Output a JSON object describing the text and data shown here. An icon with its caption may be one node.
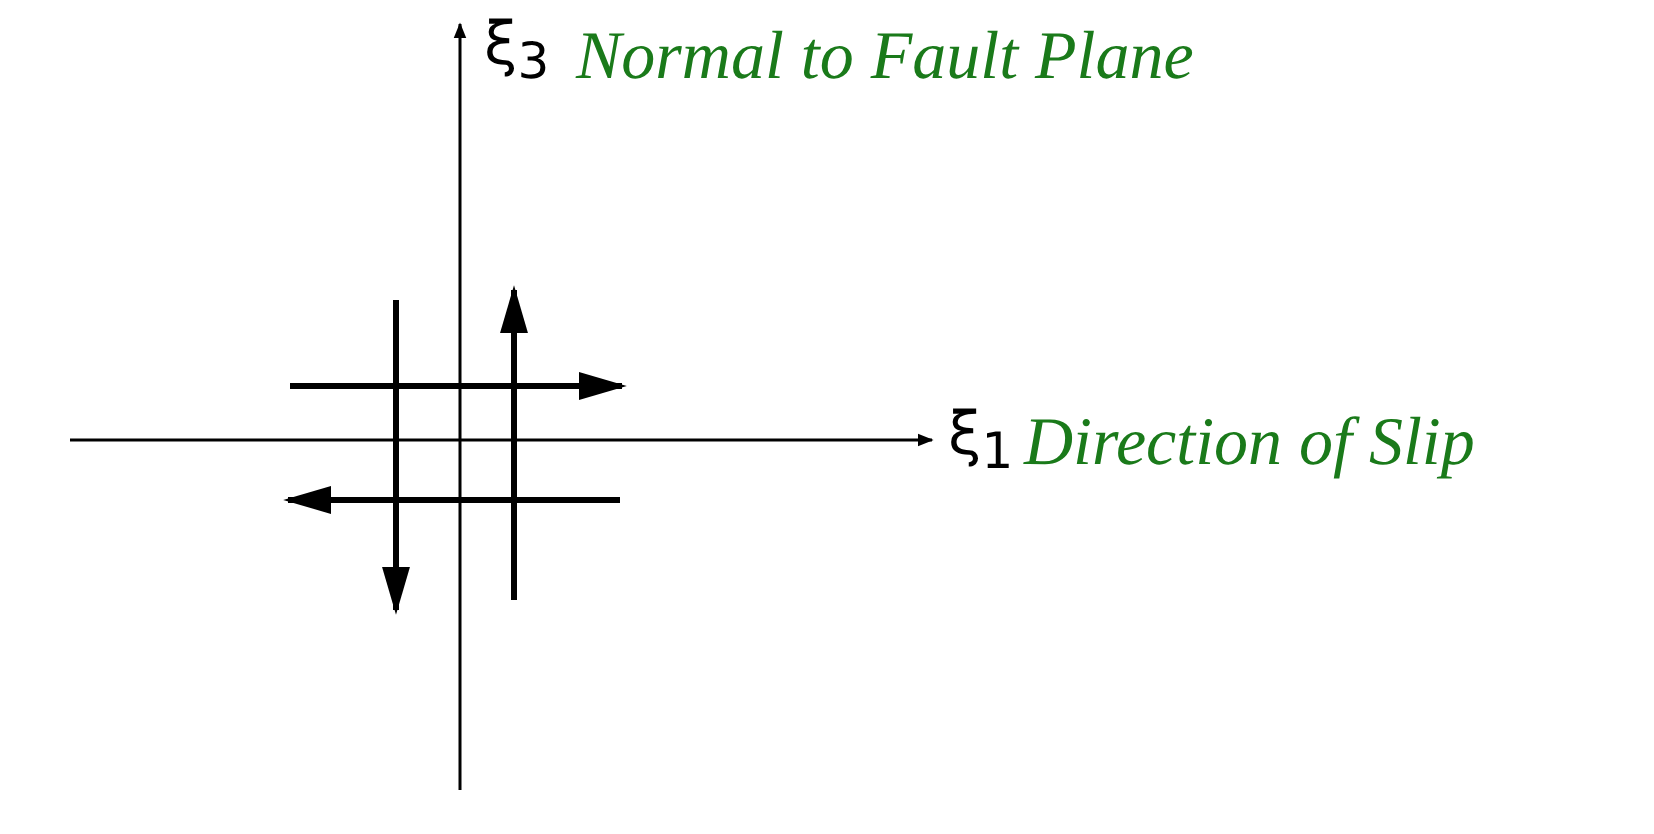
{
  "diagram": {
    "labels": [
      "ξ$_{3}$",
      "Normal to Fault Plane",
      "ξ$_{1}$",
      "Direction of Slip"
    ]
  }
}
